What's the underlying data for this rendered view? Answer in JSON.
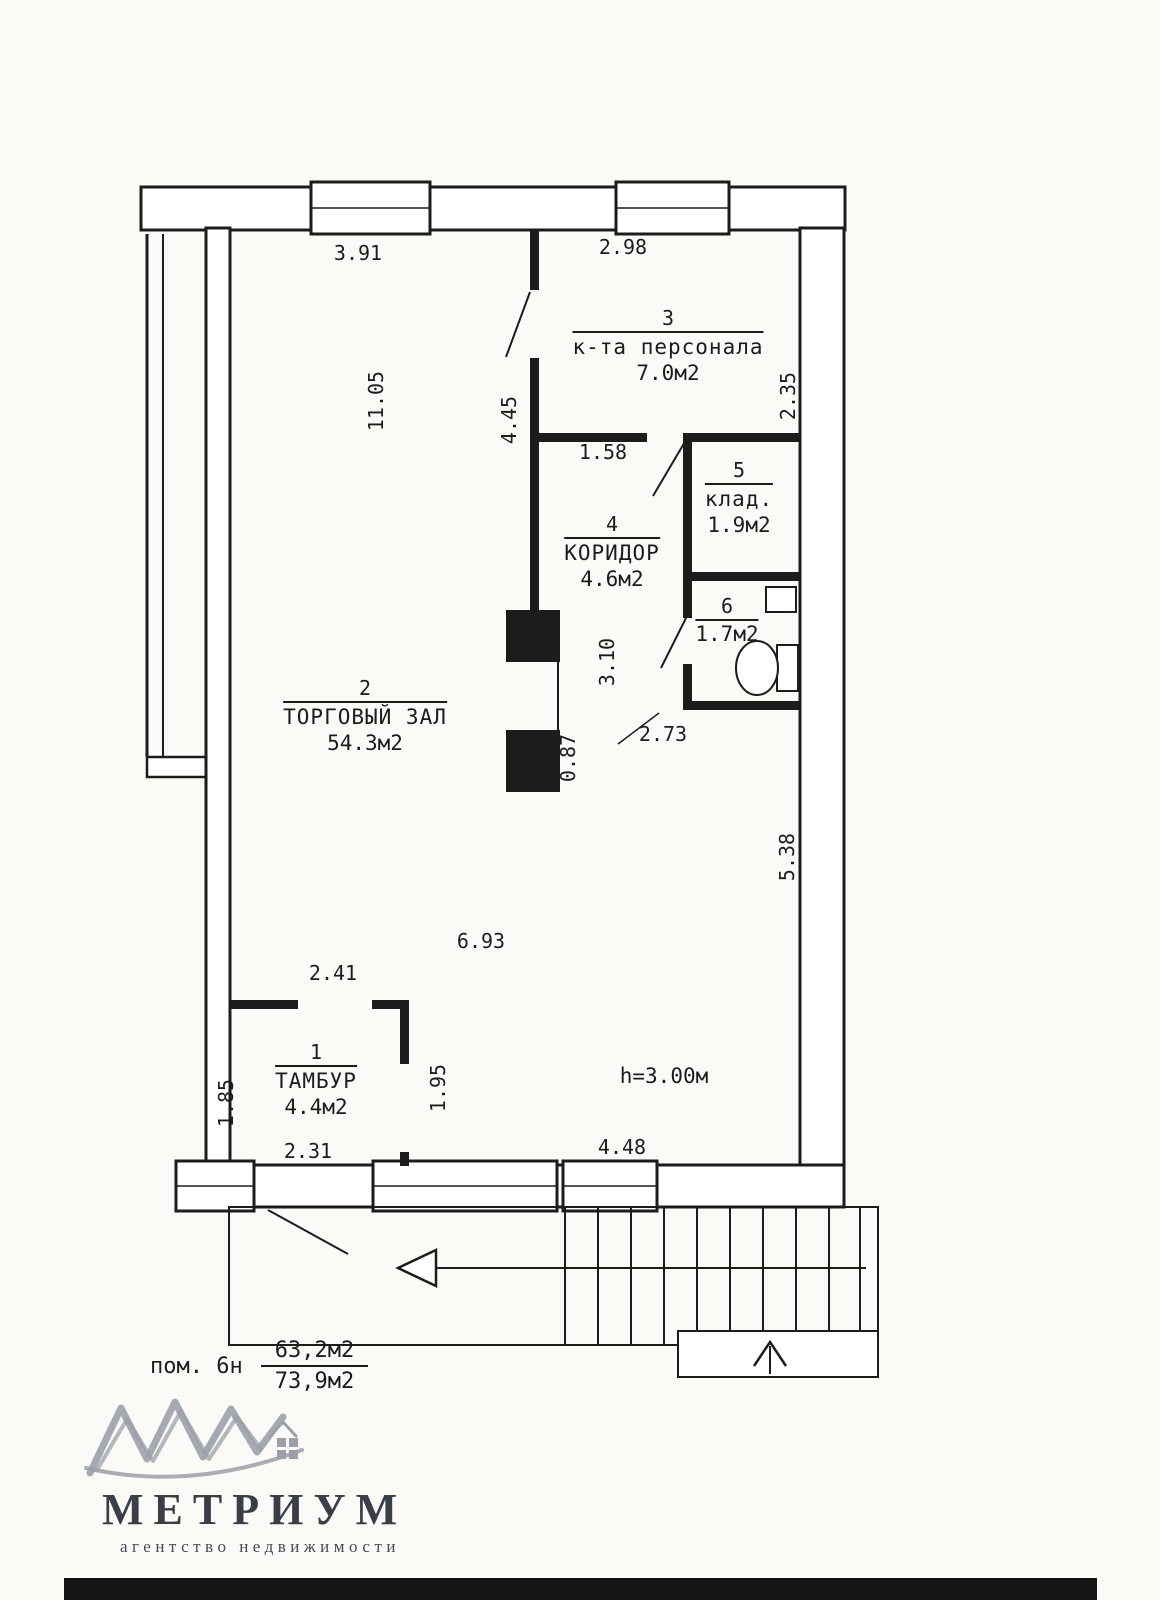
{
  "palette": {
    "ink": "#1c1c1c",
    "paper": "#fbfaf7",
    "logo_gray": "#9ba0a8",
    "logo_text_color": "#3a3f47",
    "footer_bar": "#151515"
  },
  "rooms": {
    "r1": {
      "number": "1",
      "name": "ТАМБУР",
      "area": "4.4м2"
    },
    "r2": {
      "number": "2",
      "name": "ТОРГОВЫЙ ЗАЛ",
      "area": "54.3м2"
    },
    "r3": {
      "number": "3",
      "name": "к-та персонала",
      "area": "7.0м2"
    },
    "r4": {
      "number": "4",
      "name": "КОРИДОР",
      "area": "4.6м2"
    },
    "r5": {
      "number": "5",
      "name": "клад.",
      "area": "1.9м2"
    },
    "r6": {
      "number": "6",
      "name": "",
      "area": "1.7м2"
    }
  },
  "dims": {
    "top_left": "3.91",
    "top_right": "2.98",
    "left_height": "11.05",
    "room3_left": "4.45",
    "corridor_top": "1.58",
    "right_upper": "2.35",
    "passage": "3.10",
    "column_gap": "0.87",
    "hall_mid": "2.73",
    "right_lower": "5.38",
    "hall_width": "6.93",
    "tambour_top": "2.41",
    "tambour_left": "1.85",
    "tambour_right": "1.95",
    "tambour_bottom": "2.31",
    "entrance_width": "4.48"
  },
  "notes": {
    "ceiling_height": "h=3.00м"
  },
  "title_block": {
    "unit_label": "пом. 6н",
    "area_numerator": "63,2м2",
    "area_denominator": "73,9м2"
  },
  "branding": {
    "agency_name": "МЕТРИУМ",
    "tagline": "агентство недвижимости"
  }
}
